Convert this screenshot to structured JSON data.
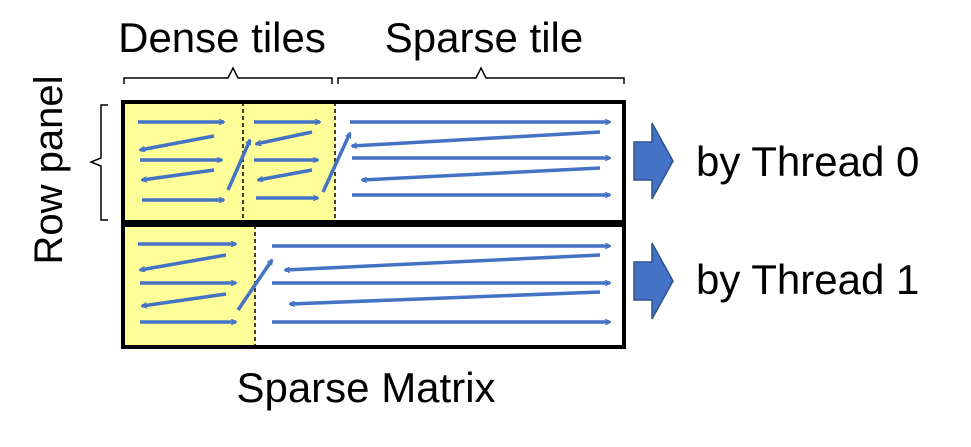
{
  "labels": {
    "dense_tiles": "Dense tiles",
    "sparse_tile": "Sparse tile",
    "row_panel": "Row panel",
    "thread_0": "by Thread 0",
    "thread_1": "by Thread 1",
    "sparse_matrix": "Sparse Matrix"
  },
  "colors": {
    "dense_fill": "#ffff99",
    "arrow": "#4472c4",
    "thread_arrow": "#4472c4",
    "border": "#000000"
  },
  "icons": {
    "thread_0_arrow": "right-block-arrow-icon",
    "thread_1_arrow": "right-block-arrow-icon"
  }
}
